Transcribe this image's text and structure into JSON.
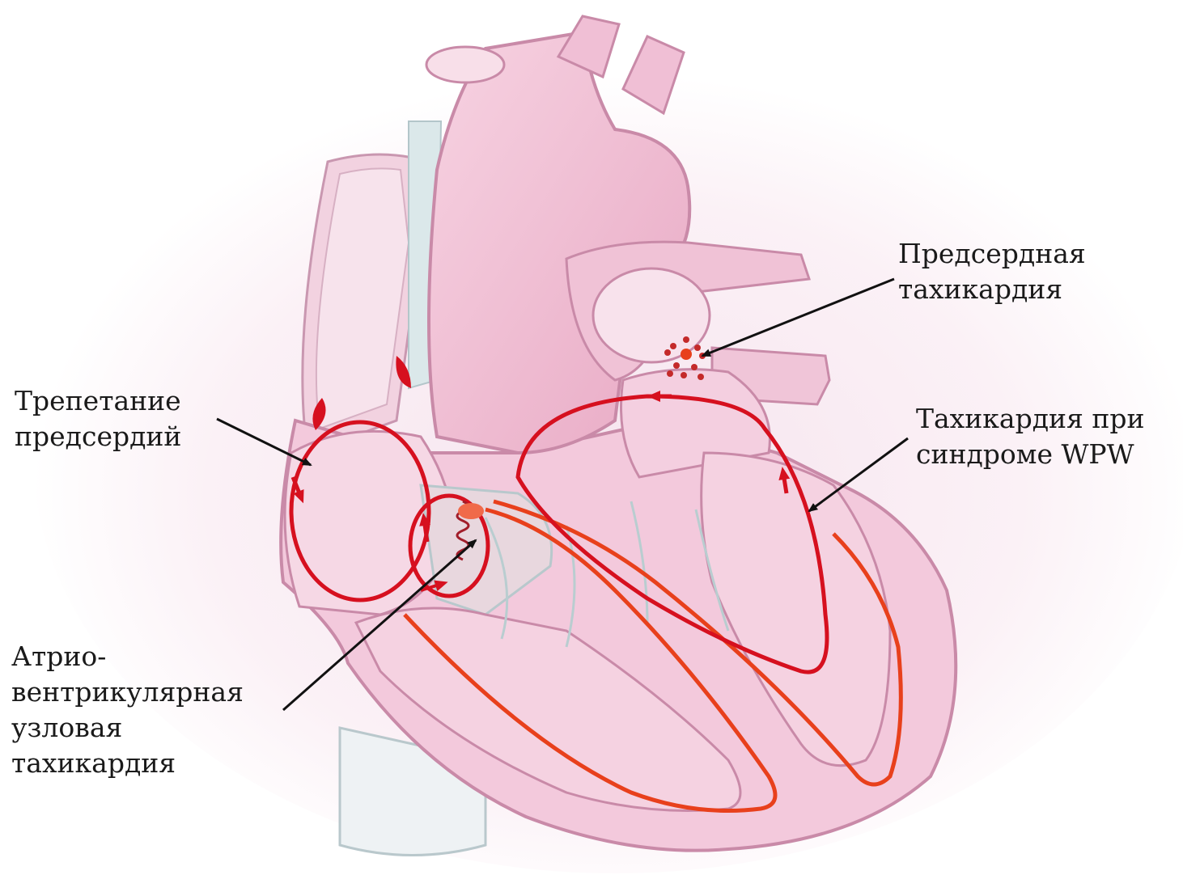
{
  "colors": {
    "background": "#ffffff",
    "heart_wall": "#f3c9dc",
    "heart_wall_dark": "#e3a3c1",
    "chamber": "#f7dde8",
    "vessel": "#f1c3d7",
    "vessel_edge": "#d392b1",
    "septum_teal": "#c9dfe0",
    "circuit_red": "#d6101f",
    "conduction_orange": "#e8401c",
    "focus_dots": "#c42a2a",
    "arrow": "#111111",
    "text": "#1a1a1a"
  },
  "labels": {
    "atrial_tachycardia": {
      "line1": "Предсердная",
      "line2": "тахикардия"
    },
    "atrial_flutter": {
      "line1": "Трепетание",
      "line2": "предсердий"
    },
    "wpw": {
      "line1": "Тахикардия при",
      "line2": "синдроме WPW"
    },
    "avnrt": {
      "line1": "Атрио-",
      "line2": "вентрикулярная",
      "line3": "узловая",
      "line4": "тахикардия"
    }
  }
}
